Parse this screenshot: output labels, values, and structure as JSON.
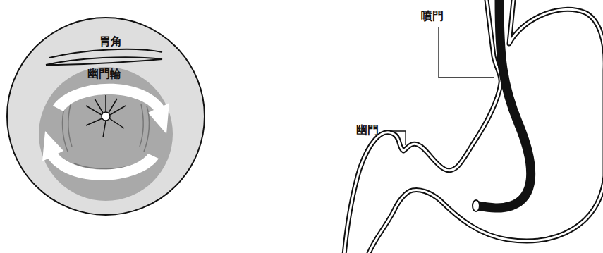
{
  "diagram": {
    "labels": [
      "胃角",
      "幽門輪",
      "噴門",
      "幽門"
    ]
  }
}
